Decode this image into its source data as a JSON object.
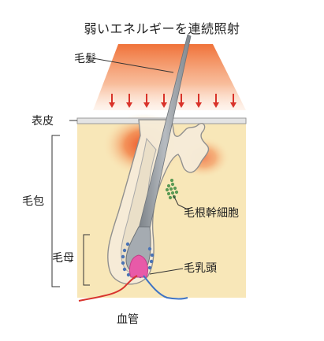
{
  "title": "弱いエネルギーを連続照射",
  "labels": {
    "hair": "毛髪",
    "epidermis": "表皮",
    "follicle": "毛包",
    "stem_cells": "毛根幹細胞",
    "matrix": "毛母",
    "papilla": "毛乳頭",
    "blood_vessel": "血管"
  },
  "colors": {
    "skin": "#f8e7b8",
    "energy": "#f2763a",
    "arrow": "#d9332a",
    "hair": "#9aa0a6",
    "papilla": "#e85aa8",
    "stem_cells": "#5b9a55",
    "matrix_dots": "#4a73b5",
    "vessel_red": "#d8342e",
    "vessel_blue": "#3f74c4"
  },
  "icons": [
    "down-arrow-icon"
  ]
}
